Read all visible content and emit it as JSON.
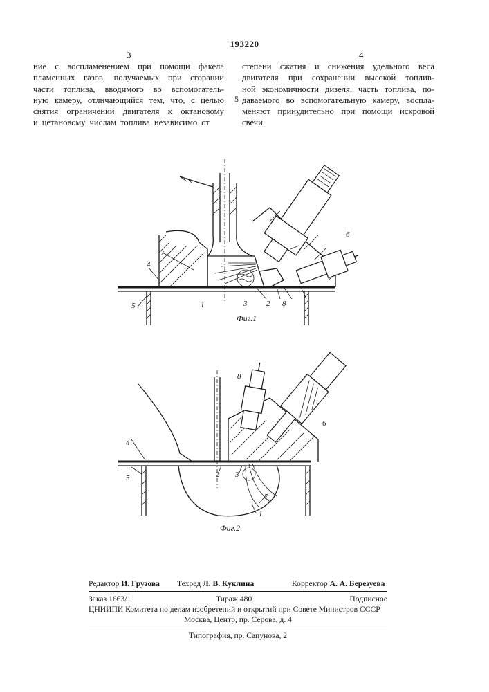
{
  "patent_number": "193220",
  "columns": {
    "left": {
      "number": "3",
      "lines": [
        "ние с воспламенением при помощи факела",
        "пламенных газов, получаемых при сгорании",
        "части топлива, вводимого во вспомогатель-",
        "ную камеру, отличающийся тем, что, с целью",
        "снятия ограничений двигателя к октановому",
        "и цетановому числам топлива независимо от"
      ]
    },
    "right": {
      "number": "4",
      "lines": [
        "степени сжатия и снижения удельного веса",
        "двигателя при сохранении высокой топлив-",
        "ной экономичности дизеля, часть топлива, по-",
        "даваемого во вспомогательную камеру, воспла-",
        "меняют принудительно при помощи искровой",
        "свечи."
      ]
    },
    "line_marker": "5"
  },
  "figures": {
    "fig1": {
      "caption": "Фиг.1",
      "callouts": [
        "4",
        "5",
        "7",
        "1",
        "3",
        "2",
        "8",
        "6"
      ]
    },
    "fig2": {
      "caption": "Фиг.2",
      "callouts": [
        "8",
        "6",
        "4",
        "5",
        "2",
        "3",
        "7",
        "1"
      ]
    }
  },
  "footer": {
    "editor_label": "Редактор",
    "editor_name": "И. Грузова",
    "techred_label": "Техред",
    "techred_name": "Л. В. Куклина",
    "corrector_label": "Корректор",
    "corrector_name": "А. А. Березуева",
    "order": "Заказ 1663/1",
    "circulation": "Тираж 480",
    "subscription": "Подписное",
    "institute_line1": "ЦНИИПИ Комитета по делам изобретений и открытий при Совете Министров СССР",
    "institute_line2": "Москва, Центр, пр. Серова, д. 4",
    "printer": "Типография, пр. Сапунова, 2"
  }
}
